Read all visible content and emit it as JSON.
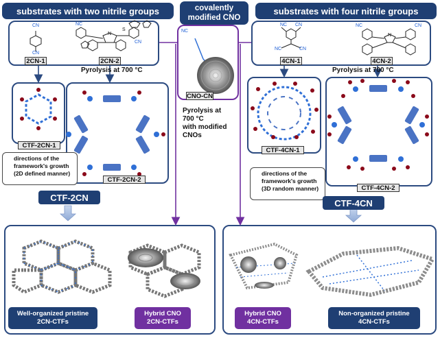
{
  "headers": {
    "left": "substrates with two nitrile groups",
    "center_line1": "covalently",
    "center_line2": "modified CNO",
    "right": "substrates with four nitrile groups"
  },
  "molecules": {
    "m2cn1": "2CN-1",
    "m2cn2": "2CN-2",
    "cnocn": "CNO-CN",
    "m4cn1": "4CN-1",
    "m4cn2": "4CN-2",
    "cn_group": "CN",
    "nc_group": "NC",
    "n_atom": "N",
    "s_atom": "S"
  },
  "pyrolysis": {
    "left": "Pyrolysis at 700 °C",
    "right": "Pyrolysis at 700 °C",
    "center_line1": "Pyrolysis at",
    "center_line2": "700 °C",
    "center_line3": "with modified",
    "center_line4": "CNOs"
  },
  "frameworks": {
    "ctf2cn1": "CTF-2CN-1",
    "ctf2cn2": "CTF-2CN-2",
    "ctf4cn1": "CTF-4CN-1",
    "ctf4cn2": "CTF-4CN-2"
  },
  "notes": {
    "left_line1": "directions of the",
    "left_line2": "framework's growth",
    "left_line3": "(2D defined manner)",
    "right_line1": "directions of the",
    "right_line2": "framework's growth",
    "right_line3": "(3D random manner)"
  },
  "groups": {
    "left": "CTF-2CN",
    "right": "CTF-4CN"
  },
  "results": {
    "well_line1": "Well-organized pristine",
    "well_line2": "2CN-CTFs",
    "hyb2_line1": "Hybrid CNO",
    "hyb2_line2": "2CN-CTFs",
    "hyb4_line1": "Hybrid CNO",
    "hyb4_line2": "4CN-CTFs",
    "non_line1": "Non-organized pristine",
    "non_line2": "4CN-CTFs"
  },
  "colors": {
    "navy": "#1f3f73",
    "purple": "#7030a0",
    "node_blue": "#2f6fd6",
    "dot_red": "#8b0a1a",
    "linker_blue": "#4a73c4"
  }
}
